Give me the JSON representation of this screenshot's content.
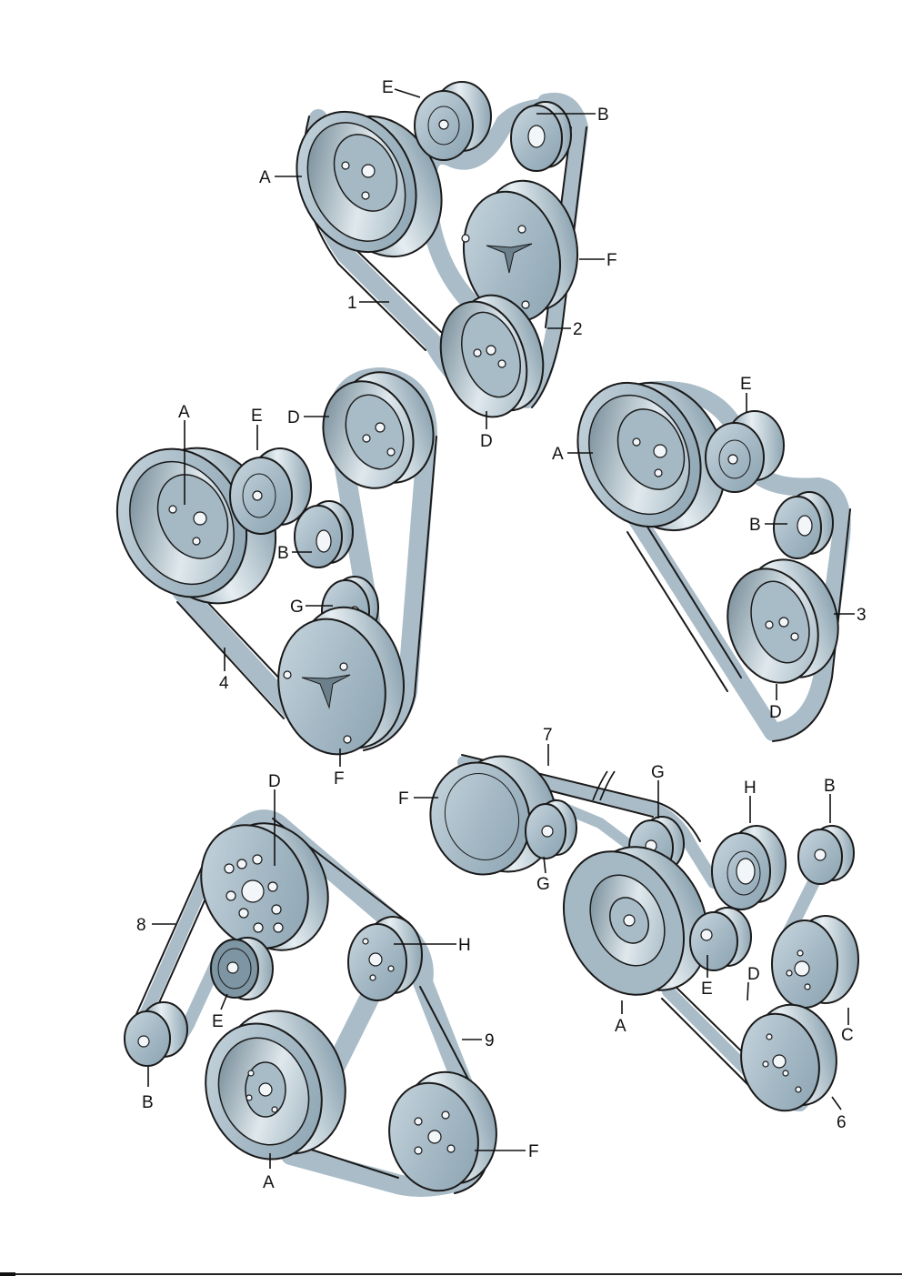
{
  "diagram": {
    "colors": {
      "pulley_face": "#a8bcc8",
      "pulley_light": "#e4ecf0",
      "pulley_dark": "#6e8796",
      "belt": "#b4c6d1",
      "outline": "#1a1a1a",
      "background": "#ffffff"
    },
    "assemblies": [
      {
        "id": "assembly-top",
        "belt_labels": [
          "1",
          "2"
        ],
        "pulley_labels": [
          "A",
          "E",
          "B",
          "F",
          "D"
        ]
      },
      {
        "id": "assembly-middle-left",
        "belt_labels": [
          "4"
        ],
        "pulley_labels": [
          "A",
          "E",
          "D",
          "B",
          "G",
          "F"
        ]
      },
      {
        "id": "assembly-middle-right",
        "belt_labels": [
          "3"
        ],
        "pulley_labels": [
          "A",
          "E",
          "B",
          "D"
        ]
      },
      {
        "id": "assembly-bottom-left",
        "belt_labels": [
          "8",
          "9"
        ],
        "pulley_labels": [
          "D",
          "H",
          "E",
          "B",
          "A",
          "F"
        ]
      },
      {
        "id": "assembly-bottom-right",
        "belt_labels": [
          "7",
          "6"
        ],
        "pulley_labels": [
          "F",
          "G",
          "G",
          "H",
          "B",
          "E",
          "A",
          "D",
          "C"
        ]
      }
    ]
  }
}
